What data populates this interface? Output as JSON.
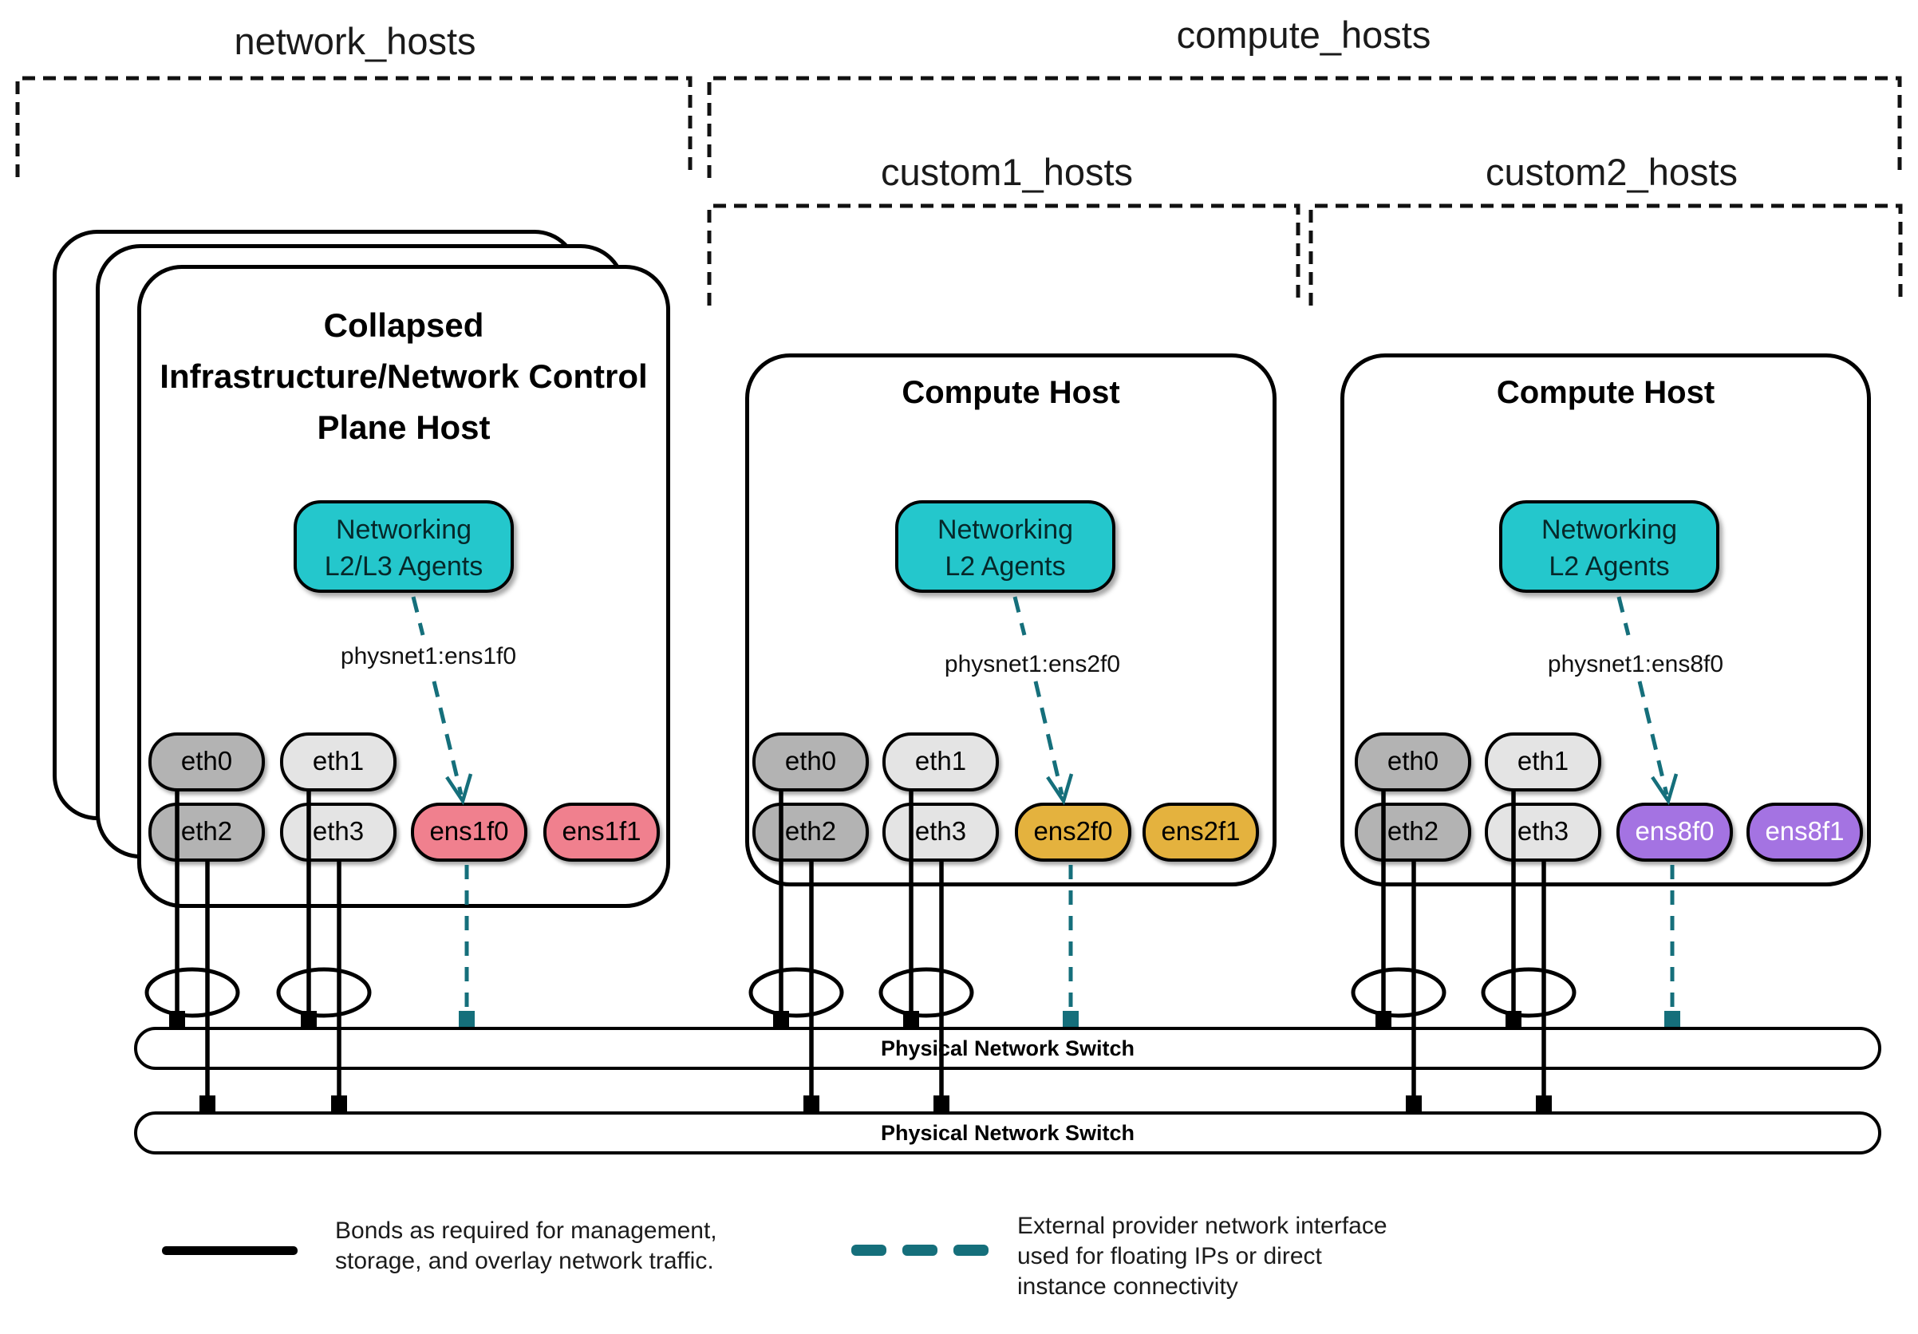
{
  "groups": {
    "network": "network_hosts",
    "compute": "compute_hosts",
    "custom1": "custom1_hosts",
    "custom2": "custom2_hosts"
  },
  "hosts": [
    {
      "title": "Collapsed Infrastructure/Network Control Plane Host",
      "agent_line1": "Networking",
      "agent_line2": "L2/L3 Agents",
      "physnet": "physnet1:ens1f0",
      "nics": [
        "eth0",
        "eth1",
        "eth2",
        "eth3",
        "ens1f0",
        "ens1f1"
      ]
    },
    {
      "title": "Compute Host",
      "agent_line1": "Networking",
      "agent_line2": "L2 Agents",
      "physnet": "physnet1:ens2f0",
      "nics": [
        "eth0",
        "eth1",
        "eth2",
        "eth3",
        "ens2f0",
        "ens2f1"
      ]
    },
    {
      "title": "Compute Host",
      "agent_line1": "Networking",
      "agent_line2": "L2 Agents",
      "physnet": "physnet1:ens8f0",
      "nics": [
        "eth0",
        "eth1",
        "eth2",
        "eth3",
        "ens8f0",
        "ens8f1"
      ]
    }
  ],
  "switches": [
    "Physical Network Switch",
    "Physical Network Switch"
  ],
  "legend": {
    "bond_text": "Bonds as required for management, storage, and overlay network traffic.",
    "provider_text": "External provider network interface used for floating IPs or direct instance connectivity"
  },
  "colors": {
    "teal_fill": "#24c7cc",
    "teal_line": "#156f7b",
    "pink": "#f0808e",
    "gold": "#e4b23e",
    "purple": "#a473e2",
    "gray_dark": "#b3b3b3",
    "gray_light": "#e4e4e4"
  }
}
